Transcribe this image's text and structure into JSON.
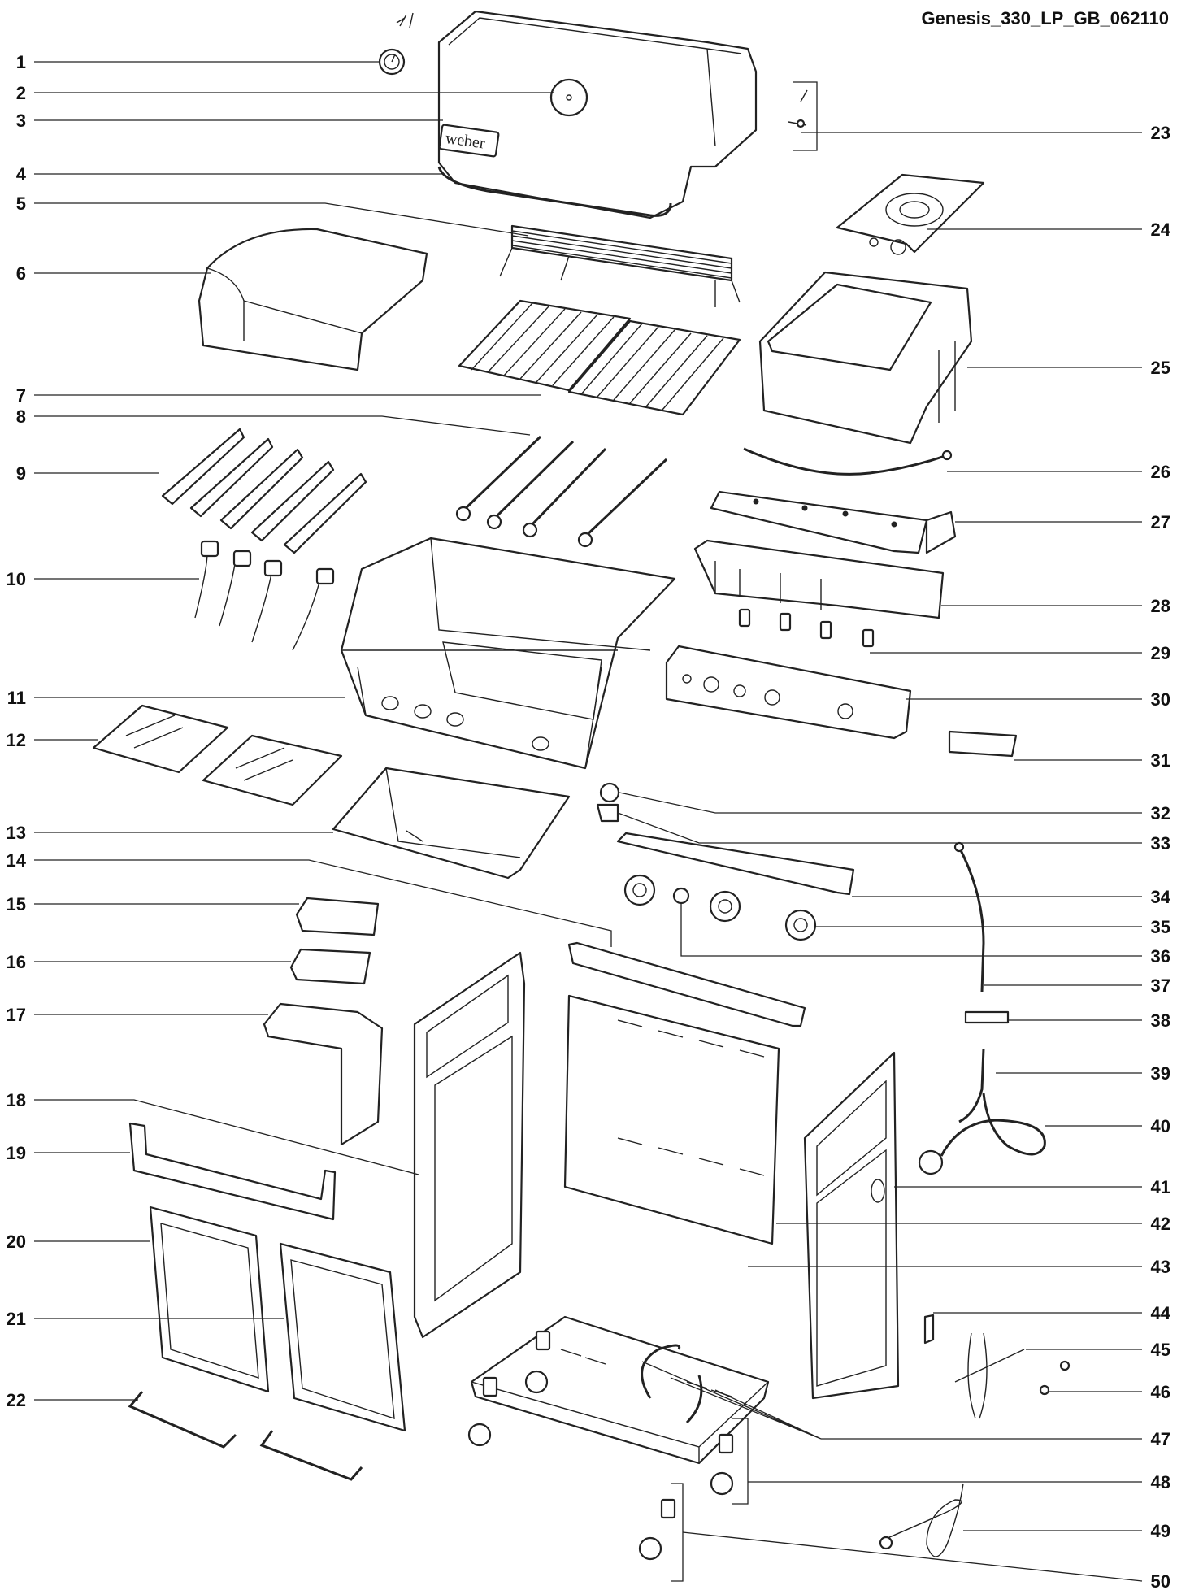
{
  "title": "Genesis_330_LP_GB_062110",
  "brand_logo_text": "weber",
  "callouts": [
    "1",
    "2",
    "3",
    "4",
    "5",
    "6",
    "7",
    "8",
    "9",
    "10",
    "11",
    "12",
    "13",
    "14",
    "15",
    "16",
    "17",
    "18",
    "19",
    "20",
    "21",
    "22",
    "23",
    "24",
    "25",
    "26",
    "27",
    "28",
    "29",
    "30",
    "31",
    "32",
    "33",
    "34",
    "35",
    "36",
    "37",
    "38",
    "39",
    "40",
    "41",
    "42",
    "43",
    "44",
    "45",
    "46",
    "47",
    "48",
    "49",
    "50"
  ],
  "colors": {
    "line": "#222222",
    "background": "#ffffff"
  }
}
